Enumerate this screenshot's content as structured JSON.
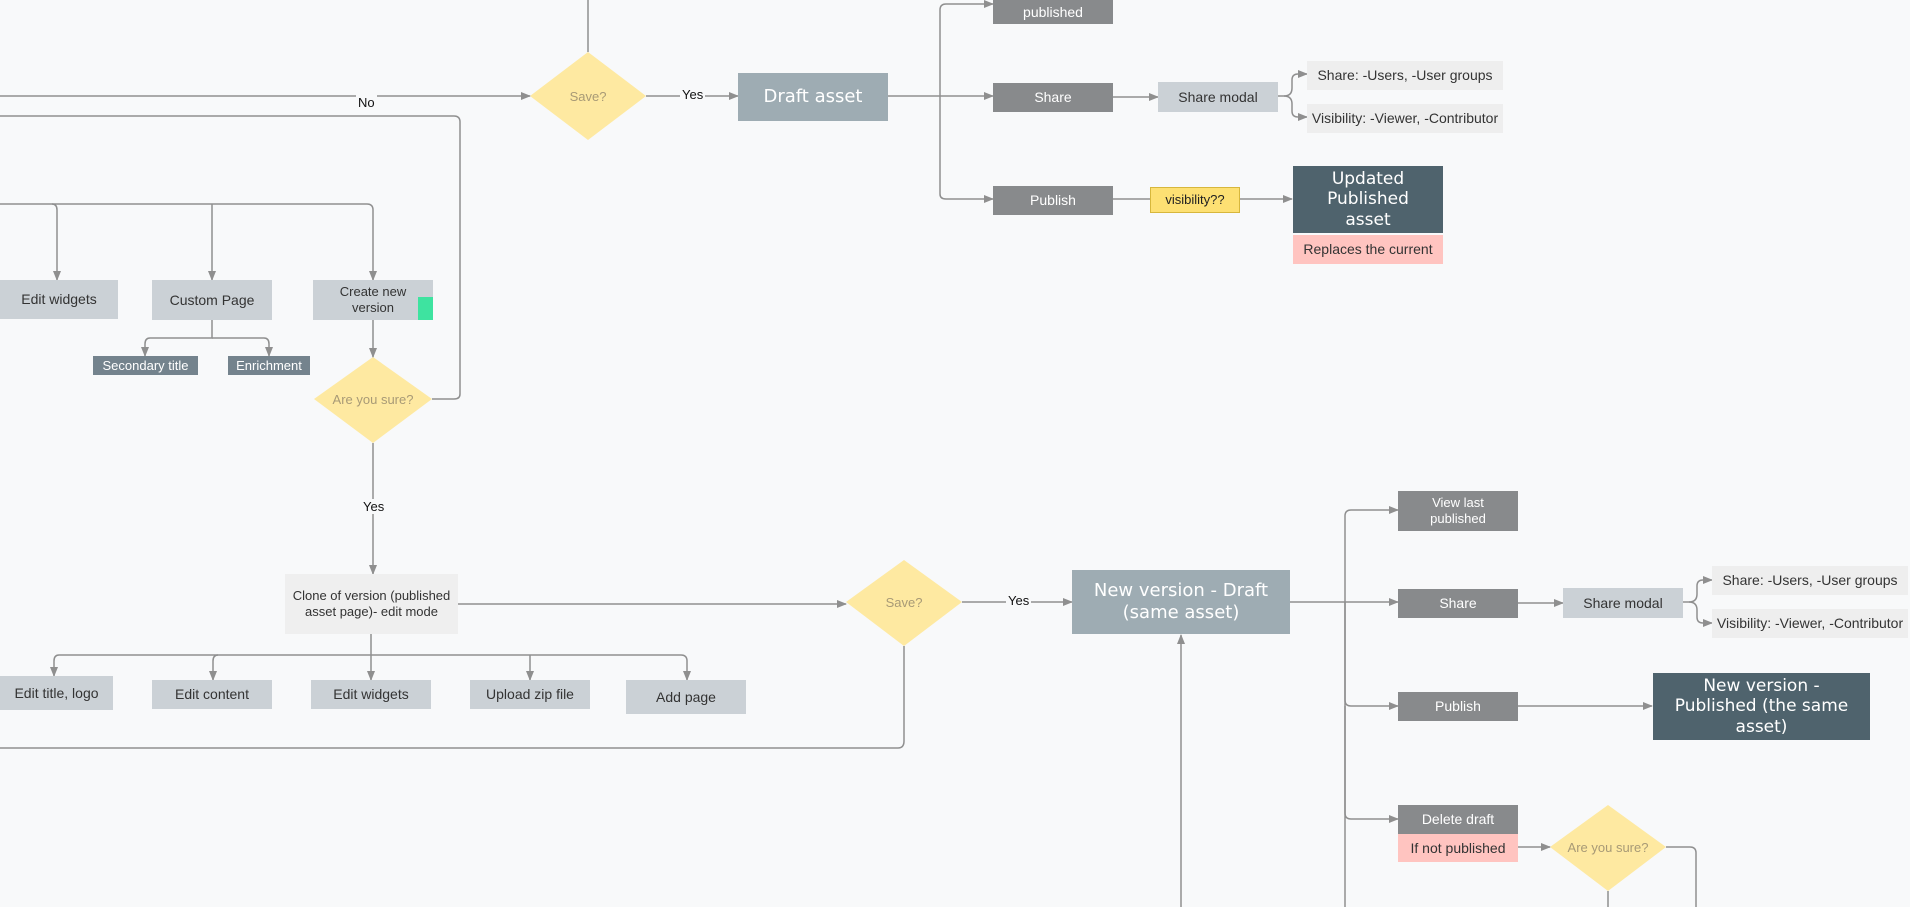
{
  "nodes": {
    "view_published_top": "published",
    "save_top": "Save?",
    "draft_asset": "Draft asset",
    "share_top": "Share",
    "share_modal_top": "Share modal",
    "share_users_top": "Share: -Users, -User groups",
    "visibility_top": "Visibility: -Viewer, -Contributor",
    "publish_top": "Publish",
    "visibility_note": "visibility??",
    "updated_published": "Updated Published asset",
    "replaces_current": "Replaces the current",
    "edit_widgets_top": "Edit widgets",
    "custom_page": "Custom Page",
    "create_new_version": "Create new version",
    "secondary_title": "Secondary title",
    "enrichment": "Enrichment",
    "are_you_sure_mid": "Are you sure?",
    "clone_version": "Clone of version (published asset page)- edit mode",
    "edit_title_logo": "Edit title, logo",
    "edit_content": "Edit content",
    "edit_widgets_bottom": "Edit widgets",
    "upload_zip": "Upload zip file",
    "add_page": "Add page",
    "save_bottom": "Save?",
    "new_version_draft": "New version - Draft (same asset)",
    "view_last_published": "View last published",
    "share_bottom": "Share",
    "share_modal_bottom": "Share modal",
    "share_users_bottom": "Share: -Users, -User groups",
    "visibility_bottom": "Visibility: -Viewer, -Contributor",
    "publish_bottom": "Publish",
    "new_version_published": "New version - Published (the same asset)",
    "delete_draft": "Delete draft",
    "if_not_published": "If not published",
    "are_you_sure_bottom": "Are you sure?"
  },
  "edge_labels": {
    "no": "No",
    "yes_save_top": "Yes",
    "yes_are_you_sure": "Yes",
    "yes_save_bottom": "Yes"
  },
  "colors": {
    "line": "#8f8f8f",
    "decision": "#fee9a1",
    "accent_tag": "#3ee3a0"
  }
}
